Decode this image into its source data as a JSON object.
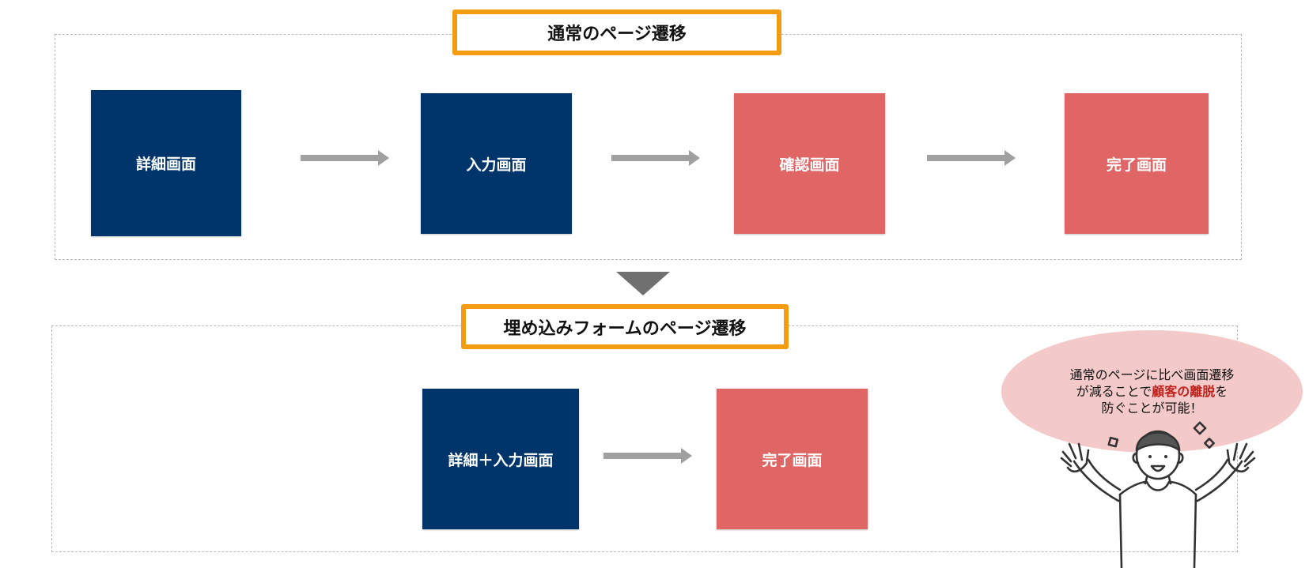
{
  "colors": {
    "navy": "#00356b",
    "coral": "#e06666",
    "orange": "#f39c12",
    "arrow_gray": "#a0a0a0",
    "big_arrow_gray": "#707070",
    "bubble_pink": "#f4c9c9",
    "highlight_red": "#c0221c"
  },
  "normal_flow": {
    "title": "通常のページ遷移",
    "steps": [
      {
        "label": "詳細画面",
        "color": "navy"
      },
      {
        "label": "入力画面",
        "color": "navy"
      },
      {
        "label": "確認画面",
        "color": "coral"
      },
      {
        "label": "完了画面",
        "color": "coral"
      }
    ]
  },
  "embedded_flow": {
    "title": "埋め込みフォームのページ遷移",
    "steps": [
      {
        "label": "詳細＋入力画面",
        "color": "navy"
      },
      {
        "label": "完了画面",
        "color": "coral"
      }
    ]
  },
  "bubble": {
    "line1": "通常のページに比べ画面遷移",
    "line2_pre": "が減ることで",
    "line2_highlight": "顧客の離脱",
    "line2_post": "を",
    "line3": "防ぐことが可能！"
  }
}
